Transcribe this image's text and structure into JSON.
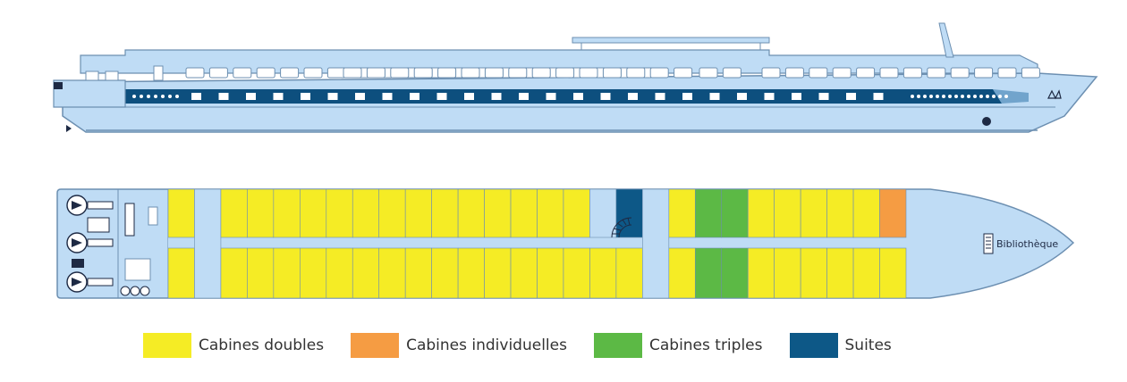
{
  "colors": {
    "hull_light": "#bfdcf5",
    "hull_outline": "#6c8fb1",
    "hull_dark": "#0d4f7e",
    "water_line": "#2a3550",
    "cabine_double": "#f5ec25",
    "cabine_individuelle": "#f59c43",
    "cabine_triple": "#5cb945",
    "suite": "#0d5887",
    "corridor": "#bfdcf5"
  },
  "deck_plan": {
    "library_label": "Bibliothèque",
    "cabin_columns": [
      {
        "top": "double",
        "bottom": "double"
      },
      {
        "top": "corridor",
        "bottom": "corridor"
      },
      {
        "top": "double",
        "bottom": "double"
      },
      {
        "top": "double",
        "bottom": "double"
      },
      {
        "top": "double",
        "bottom": "double"
      },
      {
        "top": "double",
        "bottom": "double"
      },
      {
        "top": "double",
        "bottom": "double"
      },
      {
        "top": "double",
        "bottom": "double"
      },
      {
        "top": "double",
        "bottom": "double"
      },
      {
        "top": "double",
        "bottom": "double"
      },
      {
        "top": "double",
        "bottom": "double"
      },
      {
        "top": "double",
        "bottom": "double"
      },
      {
        "top": "double",
        "bottom": "double"
      },
      {
        "top": "double",
        "bottom": "double"
      },
      {
        "top": "double",
        "bottom": "double"
      },
      {
        "top": "double",
        "bottom": "double"
      },
      {
        "top": "stair",
        "bottom": "double"
      },
      {
        "top": "suite",
        "bottom": "double"
      },
      {
        "top": "corridor",
        "bottom": "corridor"
      },
      {
        "top": "double",
        "bottom": "double"
      },
      {
        "top": "triple",
        "bottom": "triple"
      },
      {
        "top": "triple",
        "bottom": "triple"
      },
      {
        "top": "double",
        "bottom": "double"
      },
      {
        "top": "double",
        "bottom": "double"
      },
      {
        "top": "double",
        "bottom": "double"
      },
      {
        "top": "double",
        "bottom": "double"
      },
      {
        "top": "double",
        "bottom": "double"
      },
      {
        "top": "individuelle",
        "bottom": "double"
      }
    ]
  },
  "legend": [
    {
      "key": "cabine_double",
      "label": "Cabines doubles",
      "color": "#f5ec25"
    },
    {
      "key": "cabine_individuelle",
      "label": "Cabines individuelles",
      "color": "#f59c43"
    },
    {
      "key": "cabine_triple",
      "label": "Cabines triples",
      "color": "#5cb945"
    },
    {
      "key": "suite",
      "label": "Suites",
      "color": "#0d5887"
    }
  ]
}
